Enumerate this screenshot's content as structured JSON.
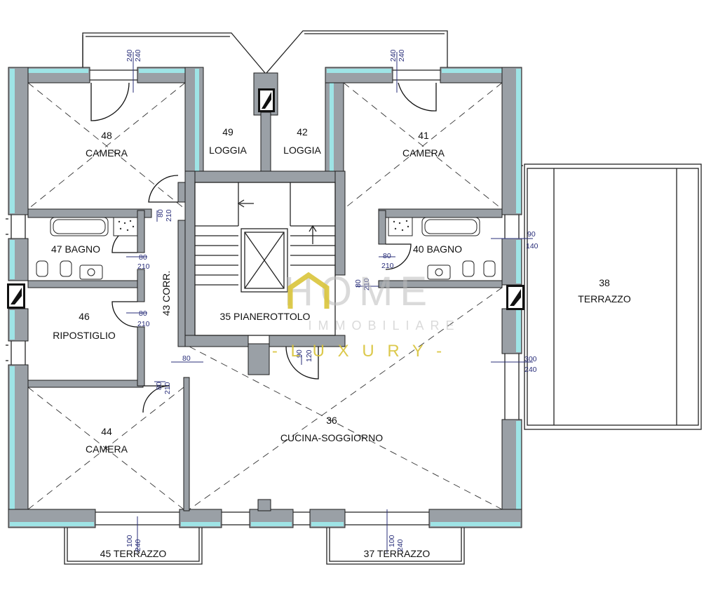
{
  "rooms": {
    "r48": {
      "num": "48",
      "name": "CAMERA"
    },
    "r49": {
      "num": "49",
      "name": "LOGGIA"
    },
    "r42": {
      "num": "42",
      "name": "LOGGIA"
    },
    "r41": {
      "num": "41",
      "name": "CAMERA"
    },
    "r47": {
      "label": "47 BAGNO"
    },
    "r40": {
      "label": "40 BAGNO"
    },
    "r46": {
      "num": "46",
      "name": "RIPOSTIGLIO"
    },
    "r43": {
      "label": "43 CORR."
    },
    "r35": {
      "label": "35 PIANEROTTOLO"
    },
    "r38": {
      "num": "38",
      "name": "TERRAZZO"
    },
    "r36": {
      "num": "36",
      "name": "CUCINA-SOGGIORNO"
    },
    "r44": {
      "num": "44",
      "name": "CAMERA"
    },
    "r45": {
      "label": "45 TERRAZZO"
    },
    "r37": {
      "label": "37 TERRAZZO"
    }
  },
  "dimensions": {
    "d240a": "240",
    "d240b": "240",
    "d240c": "240",
    "d240d": "240",
    "d80a": "80",
    "d210a": "210",
    "d80b": "80",
    "d210b": "210",
    "d80c": "80",
    "d210c": "210",
    "d80d": "80",
    "d210d": "210",
    "d80e": "80",
    "d80f": "80",
    "d210e": "210",
    "d90a": "90",
    "d140": "140",
    "d80g": "80",
    "d210f": "210",
    "d90b": "90",
    "d120": "120",
    "d300": "300",
    "d240e": "240",
    "d100a": "100",
    "d240f": "240",
    "d100b": "100",
    "d240g": "240"
  },
  "watermark": {
    "brand": "HOME",
    "tag": "IMMOBILIARE",
    "sub": "- L U X U R Y -"
  },
  "colors": {
    "wall": "#9aa0a6",
    "insulation": "#9ee4e6",
    "dimension": "#2a2f7a",
    "watermark_gold": "#d9c43a"
  }
}
